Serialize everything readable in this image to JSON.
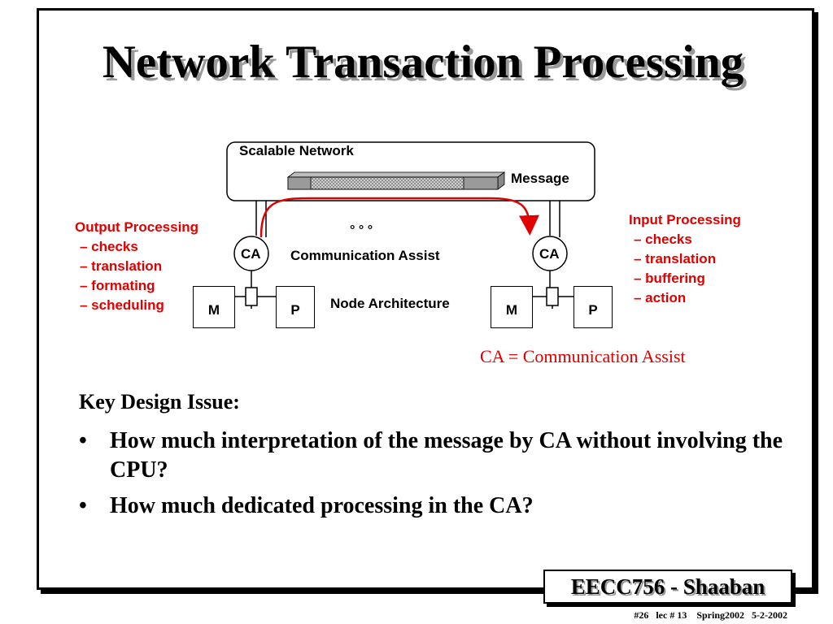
{
  "slide": {
    "title": "Network Transaction Processing",
    "diagram": {
      "network_label": "Scalable Network",
      "message_label": "Message",
      "ellipsis": "° ° °",
      "ca_left": "CA",
      "ca_right": "CA",
      "comm_assist_label": "Communication Assist",
      "node_arch_label": "Node Architecture",
      "m_left": "M",
      "p_left": "P",
      "m_right": "M",
      "p_right": "P",
      "output_title": "Output Processing",
      "output_items": [
        "– checks",
        "– translation",
        "– formating",
        "– scheduling"
      ],
      "input_title": "Input Processing",
      "input_items": [
        "– checks",
        "– translation",
        "– buffering",
        "– action"
      ]
    },
    "legend": "CA = Communication Assist",
    "key_issue": "Key Design Issue:",
    "bullet_mark": "•",
    "bullets": [
      "How much interpretation of the message by CA without involving the CPU?",
      "How much dedicated processing in the CA?"
    ],
    "badge": "EECC756 - Shaaban",
    "footer": "#26   lec # 13    Spring2002   5-2-2002",
    "colors": {
      "accent_red": "#e00000",
      "shadow_gray": "#9a9a9a"
    }
  }
}
